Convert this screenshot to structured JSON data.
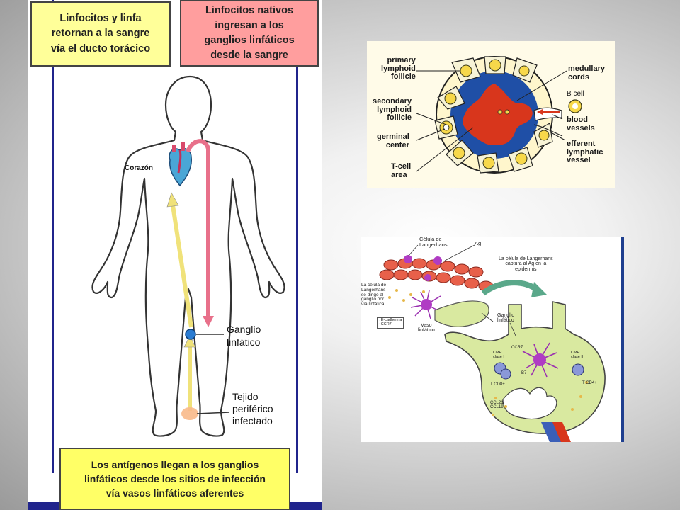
{
  "left_figure": {
    "box_return": "Linfocitos y linfa\nretornan a la sangre\nvía el ducto torácico",
    "box_naive": "Linfocitos nativos\ningresan a los\nganglios linfáticos\ndesde la sangre",
    "box_antigen": "Los antígenos llegan a los ganglios\nlinfáticos desde los sitios de infección\nvía vasos linfáticos aferentes",
    "label_heart": "Corazón",
    "label_node": "Ganglio\nlinfático",
    "label_tissue": "Tejido\nperiférico\ninfectado"
  },
  "lymph_node_figure": {
    "primary_follicle": "primary\nlymphoid\nfollicle",
    "secondary_follicle": "secondary\nlymphoid\nfollicle",
    "germinal_center": "germinal\ncenter",
    "t_cell_area": "T-cell\narea",
    "medullary_cords": "medullary\ncords",
    "b_cell": "B cell",
    "blood_vessels": "blood\nvessels",
    "efferent_vessel": "efferent\nlymphatic\nvessel"
  },
  "langerhans_figure": {
    "celula_langerhans": "Célula de\nLangerhans",
    "ag": "Ag",
    "captura": "La célula de Langerhans\ncaptura al Ag en la\nepidermis",
    "se_dirige": "La célula de\nLangerhans\nse dirige al\nganglio por\nvía linfática",
    "legend": "↓E-cadherina\n↑CCR7",
    "vaso": "Vaso\nlinfático",
    "ganglio": "Ganglio\nlinfático",
    "ccr7": "CCR7",
    "cmh1": "CMH\nclase I",
    "cmh2": "CMH\nclase II",
    "b7": "B7",
    "tcd8": "T CD8+",
    "tcd4": "T CD4+",
    "ccl": "CCL21\nCCL19"
  },
  "colors": {
    "yellow_box": "#ffff99",
    "pink_box": "#ff9e9e",
    "frame_blue": "#20248c",
    "node_blue": "#1f4fa6",
    "node_red": "#d8361c",
    "node_green": "#d9e9a0"
  }
}
